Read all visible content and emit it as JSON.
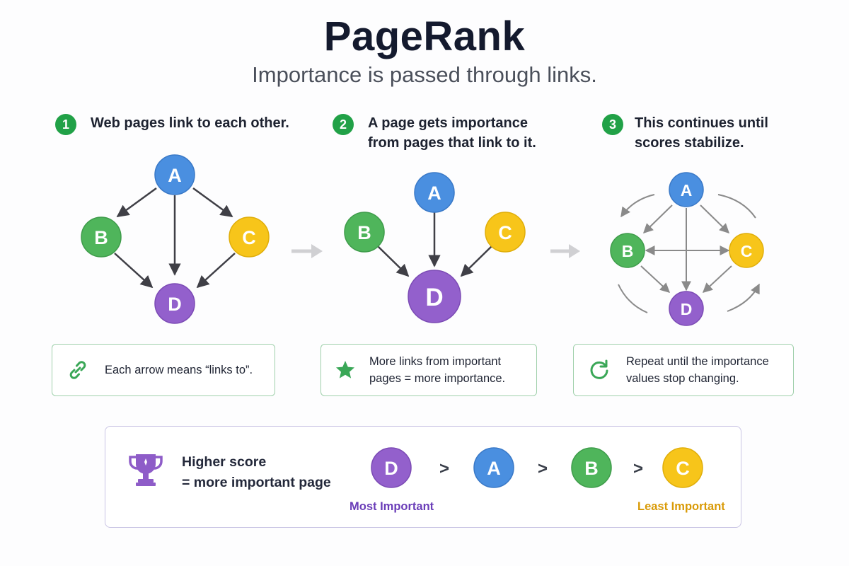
{
  "header": {
    "title": "PageRank",
    "subtitle": "Importance is passed through links."
  },
  "steps": [
    {
      "number": "1",
      "text": "Web pages link to each other."
    },
    {
      "number": "2",
      "text_line1": "A page gets importance",
      "text_line2": "from pages that link to it."
    },
    {
      "number": "3",
      "text_line1": "This continues until",
      "text_line2": "scores stabilize."
    }
  ],
  "nodes": {
    "A": {
      "label": "A",
      "color": "#4a8fe0"
    },
    "B": {
      "label": "B",
      "color": "#4fb55b"
    },
    "C": {
      "label": "C",
      "color": "#f7c51a"
    },
    "D": {
      "label": "D",
      "color": "#9360cc"
    }
  },
  "cards": [
    {
      "icon": "link-icon",
      "line1": "Each arrow means “links to”.",
      "line2": ""
    },
    {
      "icon": "star-icon",
      "line1": "More links from important",
      "line2": "pages = more importance."
    },
    {
      "icon": "refresh-icon",
      "line1": "Repeat until the importance",
      "line2": "values stop changing."
    }
  ],
  "ranking": {
    "icon": "trophy-icon",
    "line1": "Higher score",
    "line2": "= more important page",
    "order": [
      "D",
      "A",
      "B",
      "C"
    ],
    "separator": ">",
    "most_label": "Most Important",
    "least_label": "Least Important"
  },
  "colors": {
    "green": "#21a147",
    "arrow": "#3f3f46",
    "light_arrow": "#8a8a8a",
    "purple_text": "#6a3db8",
    "gold_text": "#d99a06"
  }
}
